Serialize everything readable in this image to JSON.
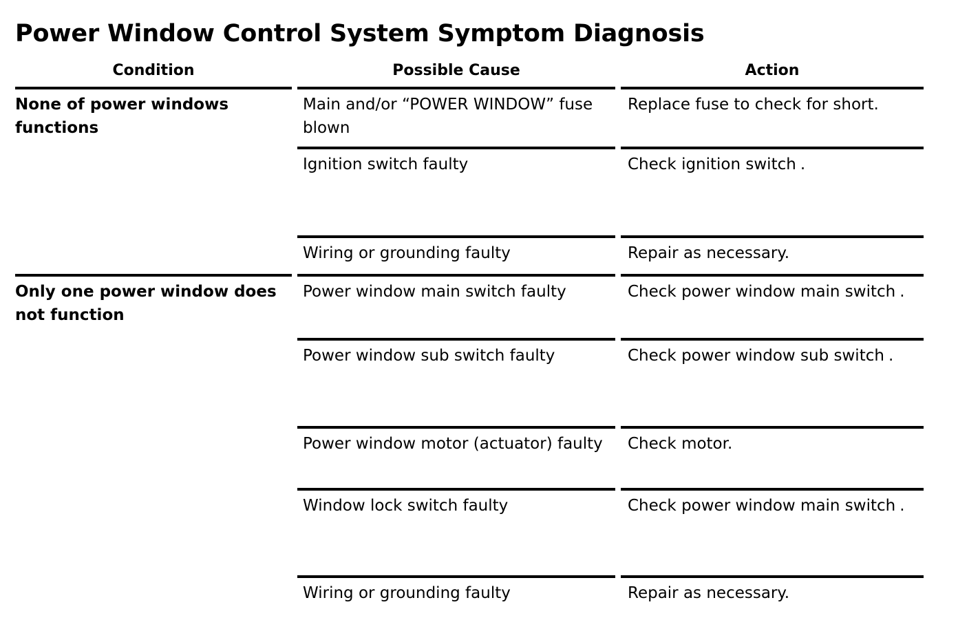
{
  "document": {
    "title": "Power Window Control System Symptom Diagnosis"
  },
  "table": {
    "headers": {
      "condition": "Condition",
      "possible_cause": "Possible Cause",
      "action": "Action"
    },
    "groups": [
      {
        "condition": "None of power windows functions",
        "rows": [
          {
            "possible_cause": "Main and/or “POWER WINDOW” fuse blown",
            "action": "Replace fuse to check for short."
          },
          {
            "possible_cause": "Ignition switch faulty",
            "action": "Check ignition switch",
            "action_period": "."
          },
          {
            "possible_cause": "Wiring or grounding faulty",
            "action": "Repair as necessary."
          }
        ]
      },
      {
        "condition": "Only one power window does not function",
        "rows": [
          {
            "possible_cause": "Power window main switch faulty",
            "action": "Check power window main switch",
            "action_period": "."
          },
          {
            "possible_cause": "Power window sub switch faulty",
            "action": "Check power window sub switch",
            "action_period": "."
          },
          {
            "possible_cause": "Power window motor (actuator) faulty",
            "action": "Check motor."
          },
          {
            "possible_cause": "Window lock switch faulty",
            "action": "Check power window main switch",
            "action_period": "."
          },
          {
            "possible_cause": "Wiring or grounding faulty",
            "action": "Repair as necessary."
          }
        ]
      }
    ]
  },
  "colors": {
    "text": "#000000",
    "background": "#ffffff",
    "rule": "#000000"
  }
}
